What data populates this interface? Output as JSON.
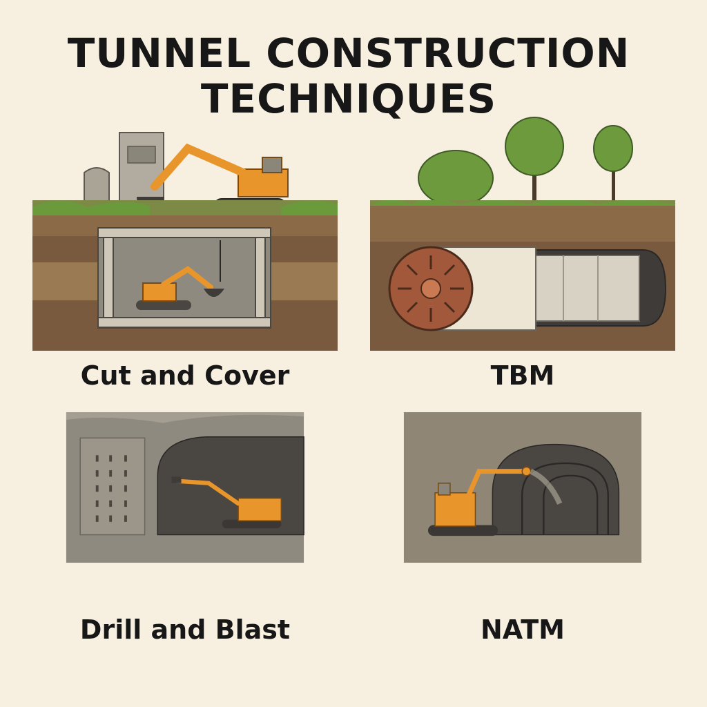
{
  "title_line1": "TUNNEL CONSTRUCTION",
  "title_line2": "TECHNIQUES",
  "panels": [
    {
      "caption": "Cut and Cover"
    },
    {
      "caption": "TBM"
    },
    {
      "caption": "Drill and Blast"
    },
    {
      "caption": "NATM"
    }
  ],
  "colors": {
    "background": "#f7efe0",
    "machine": "#e8952b",
    "grass": "#6b9a3c",
    "soil": "#7a5a3e",
    "rock": "#8f8a80",
    "tbm_cutter": "#a2583a"
  }
}
